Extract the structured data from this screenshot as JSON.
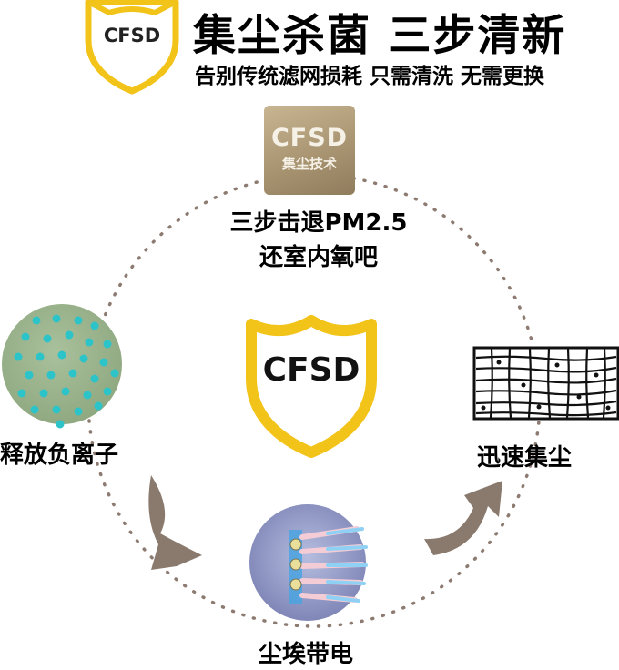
{
  "header": {
    "logo_text": "CFSD",
    "title": "集尘杀菌  三步清新",
    "subtitle": "告别传统滤网损耗 只需清洗 无需更换"
  },
  "badge": {
    "line1": "CFSD",
    "line2": "集尘技术"
  },
  "captions": {
    "top_line1": "三步击退PM2.5",
    "top_line2": "还室内氧吧",
    "left": "释放负离子",
    "right": "迅速集尘",
    "bottom": "尘埃带电"
  },
  "center_logo_text": "CFSD",
  "colors": {
    "shield_gold": "#f2c319",
    "dotted_circle": "#8d7b72",
    "arrow": "#8a7a6e",
    "ion_bg": "#9eb58f",
    "ion_dot": "#2cc3c9"
  }
}
